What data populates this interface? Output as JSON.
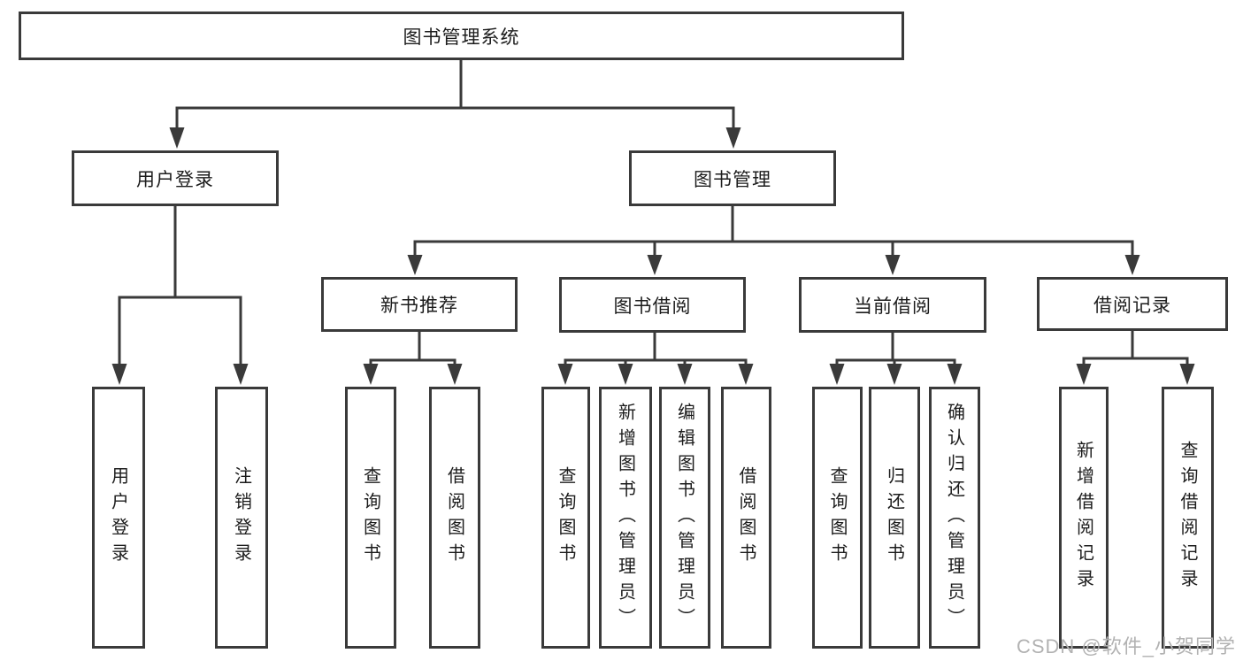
{
  "diagram": {
    "tree": {
      "root": "图书管理系统",
      "user_login": {
        "label": "用户登录",
        "children": [
          "用户登录",
          "注销登录"
        ]
      },
      "book_management": {
        "label": "图书管理",
        "sections": [
          {
            "label": "新书推荐",
            "children": [
              "查询图书",
              "借阅图书"
            ]
          },
          {
            "label": "图书借阅",
            "children": [
              "查询图书",
              "新增图书（管理员）",
              "编辑图书（管理员）",
              "借阅图书"
            ]
          },
          {
            "label": "当前借阅",
            "children": [
              "查询图书",
              "归还图书",
              "确认归还（管理员）"
            ]
          },
          {
            "label": "借阅记录",
            "children": [
              "新增借阅记录",
              "查询借阅记录"
            ]
          }
        ]
      }
    },
    "colors": {
      "line": "#3a3a3a",
      "box_border": "#3a3a3a",
      "box_fill": "#ffffff",
      "text": "#1c1c1c",
      "watermark": "#b2b2b2",
      "background": "#ffffff"
    }
  },
  "watermark": {
    "text": "CSDN @软件_小贺同学"
  }
}
